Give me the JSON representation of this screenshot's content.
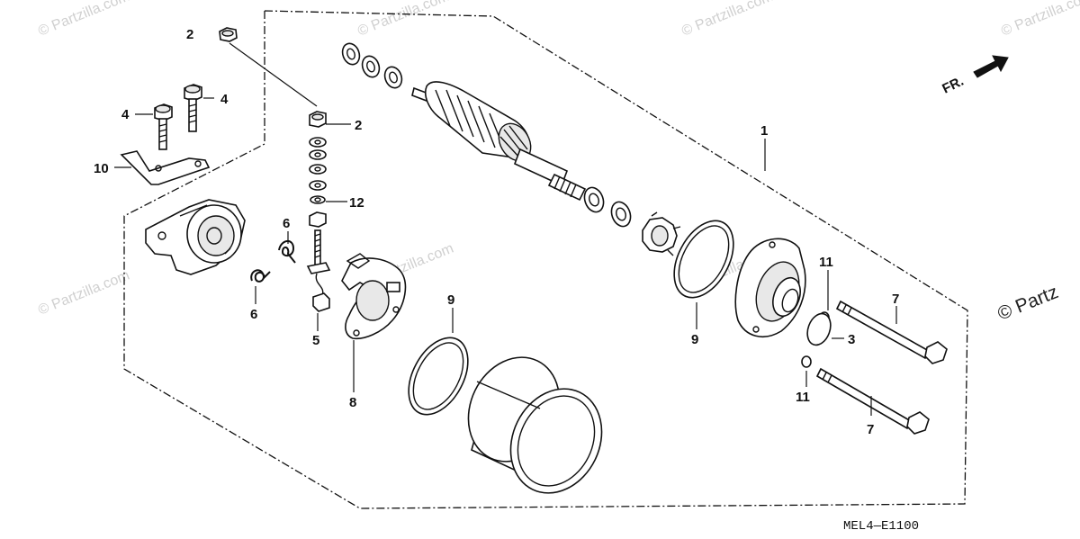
{
  "watermarks": {
    "text": "© Partzilla.com",
    "edge_text": "© Partz"
  },
  "direction_label": "FR.",
  "diagram_code": "MEL4—E1100",
  "callouts": {
    "c1": "1",
    "c2a": "2",
    "c2b": "2",
    "c3": "3",
    "c4a": "4",
    "c4b": "4",
    "c5": "5",
    "c6a": "6",
    "c6b": "6",
    "c7a": "7",
    "c7b": "7",
    "c8": "8",
    "c9a": "9",
    "c9b": "9",
    "c10": "10",
    "c11a": "11",
    "c11b": "11",
    "c12": "12"
  }
}
